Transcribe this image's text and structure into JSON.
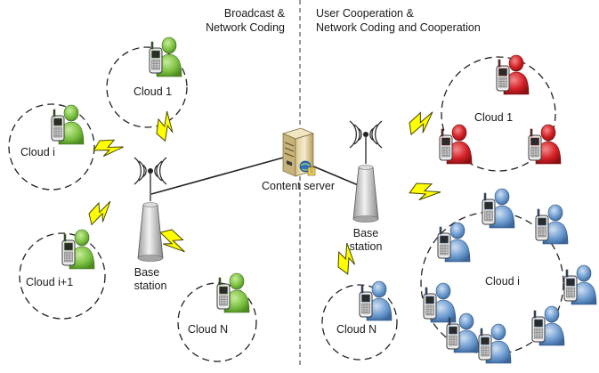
{
  "left_panel": {
    "header_line1": "Broadcast &",
    "header_line2": "Network Coding",
    "clouds": {
      "cloud1": "Cloud 1",
      "cloudi": "Cloud i",
      "cloudi1": "Cloud i+1",
      "cloudN": "Cloud N"
    },
    "base_station_line1": "Base",
    "base_station_line2": "station"
  },
  "right_panel": {
    "header_line1": "User Cooperation &",
    "header_line2": "Network Coding and Cooperation",
    "clouds": {
      "cloud1": "Cloud 1",
      "cloudi": "Cloud i",
      "cloudN": "Cloud N"
    },
    "base_station_line1": "Base",
    "base_station_line2": "station"
  },
  "center": {
    "server_label": "Content server"
  },
  "colors": {
    "green_user": "#7cc242",
    "red_user": "#d42026",
    "blue_user": "#5b8fc9",
    "lightning": "#ffff00",
    "lightning_outline": "#4a4a00"
  },
  "icons": [
    "user-with-phone-icon",
    "base-station-icon",
    "server-icon",
    "lightning-icon"
  ]
}
